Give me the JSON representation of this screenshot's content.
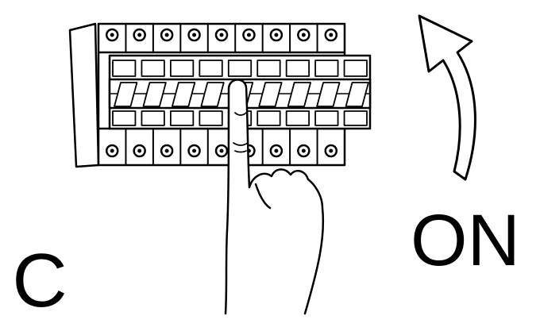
{
  "step_letter": "C",
  "switch_state_label": "ON",
  "breaker_count": 9,
  "colors": {
    "ink": "#000000",
    "paper": "#ffffff"
  },
  "icons": [
    "breaker-panel-icon",
    "pointing-hand-icon",
    "curved-arrow-up-icon"
  ]
}
